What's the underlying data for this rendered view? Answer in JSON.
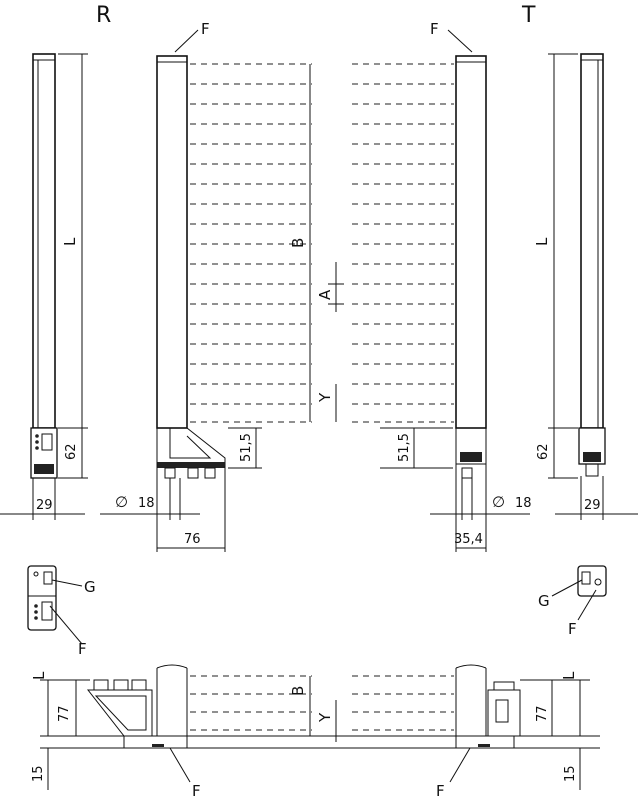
{
  "views": {
    "receiver_label": "R",
    "transmitter_label": "T"
  },
  "callouts": {
    "f": "F",
    "g": "G"
  },
  "dimensions": {
    "length": "L",
    "beam_height": "B",
    "beam_pitch": "A",
    "offset": "Y",
    "bracket_height": "62",
    "width_29": "29",
    "diameter_symbol": "∅",
    "diameter": "18",
    "width_76": "76",
    "width_35_4": "35,4",
    "height_51_5": "51,5",
    "height_77": "77",
    "height_15": "15"
  }
}
